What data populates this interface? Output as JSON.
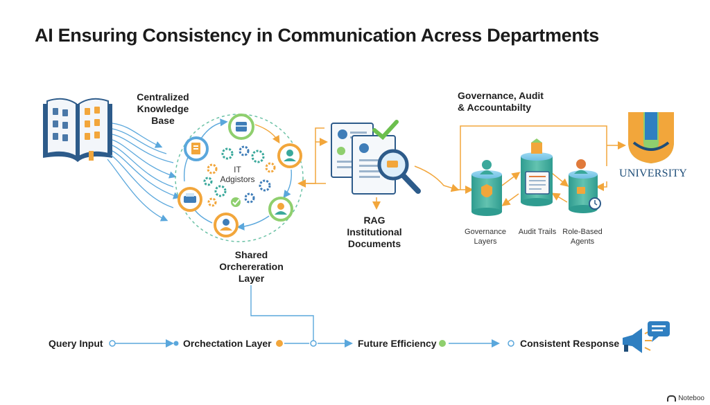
{
  "title": "AI Ensuring Consistency in Communication Acress Departments",
  "knowledge": {
    "label": "Centralized\nKnowledge\nBase"
  },
  "hub": {
    "label": "IT\nAdgistors"
  },
  "orchestration": {
    "label": "Shared\nOrchereration\nLayer"
  },
  "rag": {
    "label": "RAG\nInstitutional\nDocuments"
  },
  "governance": {
    "label": "Governance, Audit\n& Accountabilty",
    "pillars": [
      "Governance\nLayers",
      "Audit Trails",
      "Role-Based\nAgents"
    ]
  },
  "university": {
    "label": "UNIVERSITY"
  },
  "flow": {
    "steps": [
      "Query Input",
      "Orchectation Layer",
      "Future Efficiency",
      "Consistent Response"
    ]
  },
  "watermark": "Noteboo",
  "colors": {
    "blue": "#5aa7dc",
    "orange": "#f2a63b",
    "green": "#8fcf6e",
    "teal": "#3aa89b",
    "navy": "#1f4e79"
  },
  "icons": [
    "book-icon",
    "gear-icon",
    "document-icon",
    "magnifier-icon",
    "checkmark-icon",
    "shield-icon",
    "clipboard-icon",
    "agent-icon",
    "university-logo-icon",
    "megaphone-icon",
    "chat-bubble-icon"
  ]
}
